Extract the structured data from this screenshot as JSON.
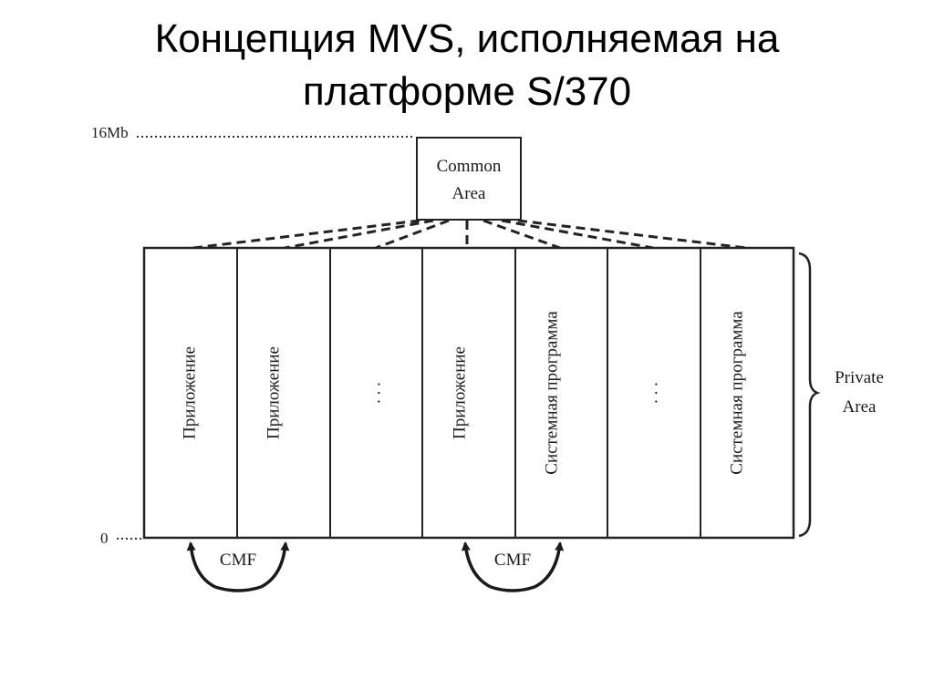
{
  "slide": {
    "title_line1": "Концепция MVS, исполняемая на",
    "title_line2": "платформе S/370"
  },
  "diagram": {
    "top_marker": "16Mb",
    "bottom_marker": "0",
    "common_area": {
      "line1": "Common",
      "line2": "Area"
    },
    "private_area": {
      "line1": "Private",
      "line2": "Area"
    },
    "columns": [
      "Приложение",
      "Приложение",
      ". . .",
      "Приложение",
      "Системная программа",
      ". . .",
      "Системная программа"
    ],
    "connectors": [
      "CMF",
      "CMF"
    ]
  }
}
